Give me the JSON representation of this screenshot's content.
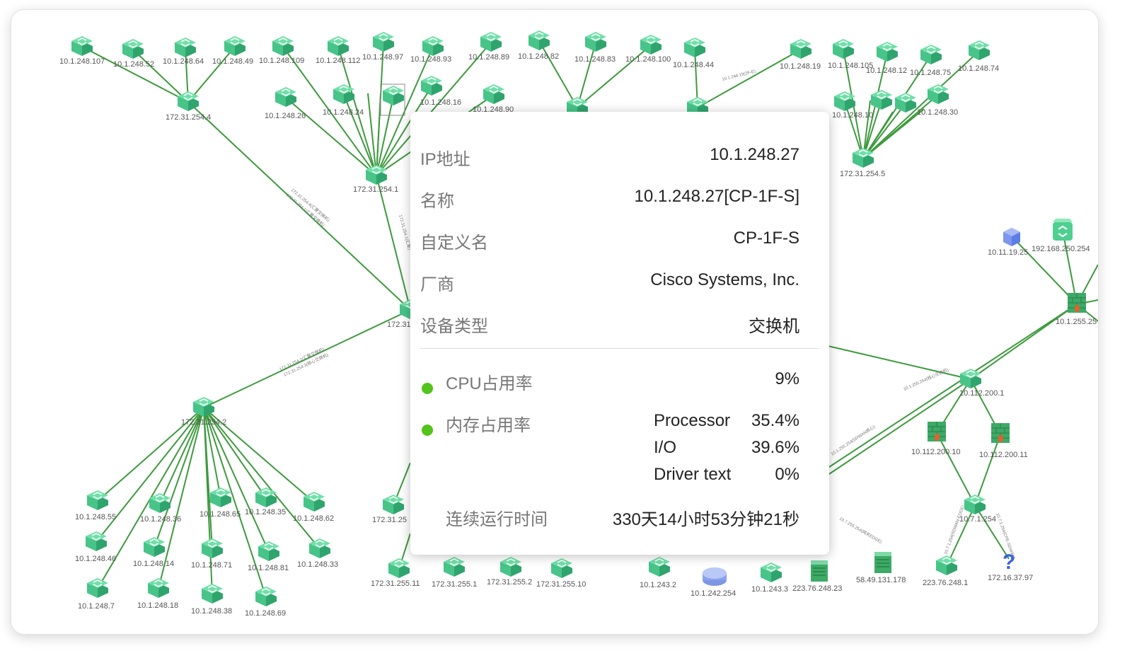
{
  "tooltip": {
    "ip_label": "IP地址",
    "ip_value": "10.1.248.27",
    "name_label": "名称",
    "name_value": "10.1.248.27[CP-1F-S]",
    "custom_label": "自定义名",
    "custom_value": "CP-1F-S",
    "vendor_label": "厂商",
    "vendor_value": "Cisco Systems, Inc.",
    "type_label": "设备类型",
    "type_value": "交换机",
    "cpu_label": "CPU占用率",
    "cpu_value": "9%",
    "mem_label": "内存占用率",
    "mem_rows": [
      {
        "name": "Processor",
        "value": "35.4%"
      },
      {
        "name": "I/O",
        "value": "39.6%"
      },
      {
        "name": "Driver text",
        "value": "0%"
      }
    ],
    "uptime_label": "连续运行时间",
    "uptime_value": "330天14小时53分钟21秒",
    "status_color": "#52c41a"
  },
  "topology": {
    "link_color": "#3d9a3d",
    "switch_color": "#3dba7e",
    "labels": {
      "n107": "10.1.248.107",
      "n52": "10.1.248.52",
      "n64": "10.1.248.64",
      "n49": "10.1.248.49",
      "n109": "10.1.248.109",
      "n112": "10.1.248.112",
      "n97": "10.1.248.97",
      "n93": "10.1.248.93",
      "n89": "10.1.248.89",
      "n82": "10.1.248.82",
      "n83": "10.1.248.83",
      "n100": "10.1.248.100",
      "n44": "10.1.248.44",
      "n19": "10.1.248.19",
      "n105": "10.1.248.105",
      "n12": "10.1.248.12",
      "n75": "10.1.248.75",
      "n74": "10.1.248.74",
      "n26": "10.1.248.26",
      "n24": "10.1.248.24",
      "n16": "10.1.248.16",
      "n90": "10.1.248.90",
      "n30": "10.1.248.30",
      "n40x": "10.1.248.10",
      "h4": "172.31.254.4",
      "h1": "172.31.254.1",
      "h5": "172.31.254.5",
      "hc": "172.31",
      "n55": "10.1.248.55",
      "n36": "10.1.248.36",
      "n65": "10.1.248.65",
      "n35": "10.1.248.35",
      "n62": "10.1.248.62",
      "n46": "10.1.248.46",
      "n14": "10.1.248.14",
      "n71": "10.1.248.71",
      "n81": "10.1.248.81",
      "n33": "10.1.248.33",
      "n7": "10.1.248.7",
      "n18": "10.1.248.18",
      "n38": "10.1.248.38",
      "n69": "10.1.248.69",
      "h2": "172.31.254.2",
      "s25": "172.31.25",
      "s11": "172.31.255.11",
      "s1": "172.31.255.1",
      "s2": "172.31.255.2",
      "s10": "172.31.255.10",
      "g2": "10.1.243.2",
      "g254": "10.1.242.254",
      "g3": "10.1.243.3",
      "w23": "223.76.248.23",
      "w178": "58.49.131.178",
      "w1": "223.76.248.1",
      "w97": "172.16.37.97",
      "f10": "10.112.200.10",
      "f11": "10.112.200.11",
      "x21": "10.112.200.1",
      "x12": "10.7.1.254",
      "c19": "10.11.19.25",
      "c192": "192.168.250.254",
      "fw": "10.1.255.25"
    }
  }
}
